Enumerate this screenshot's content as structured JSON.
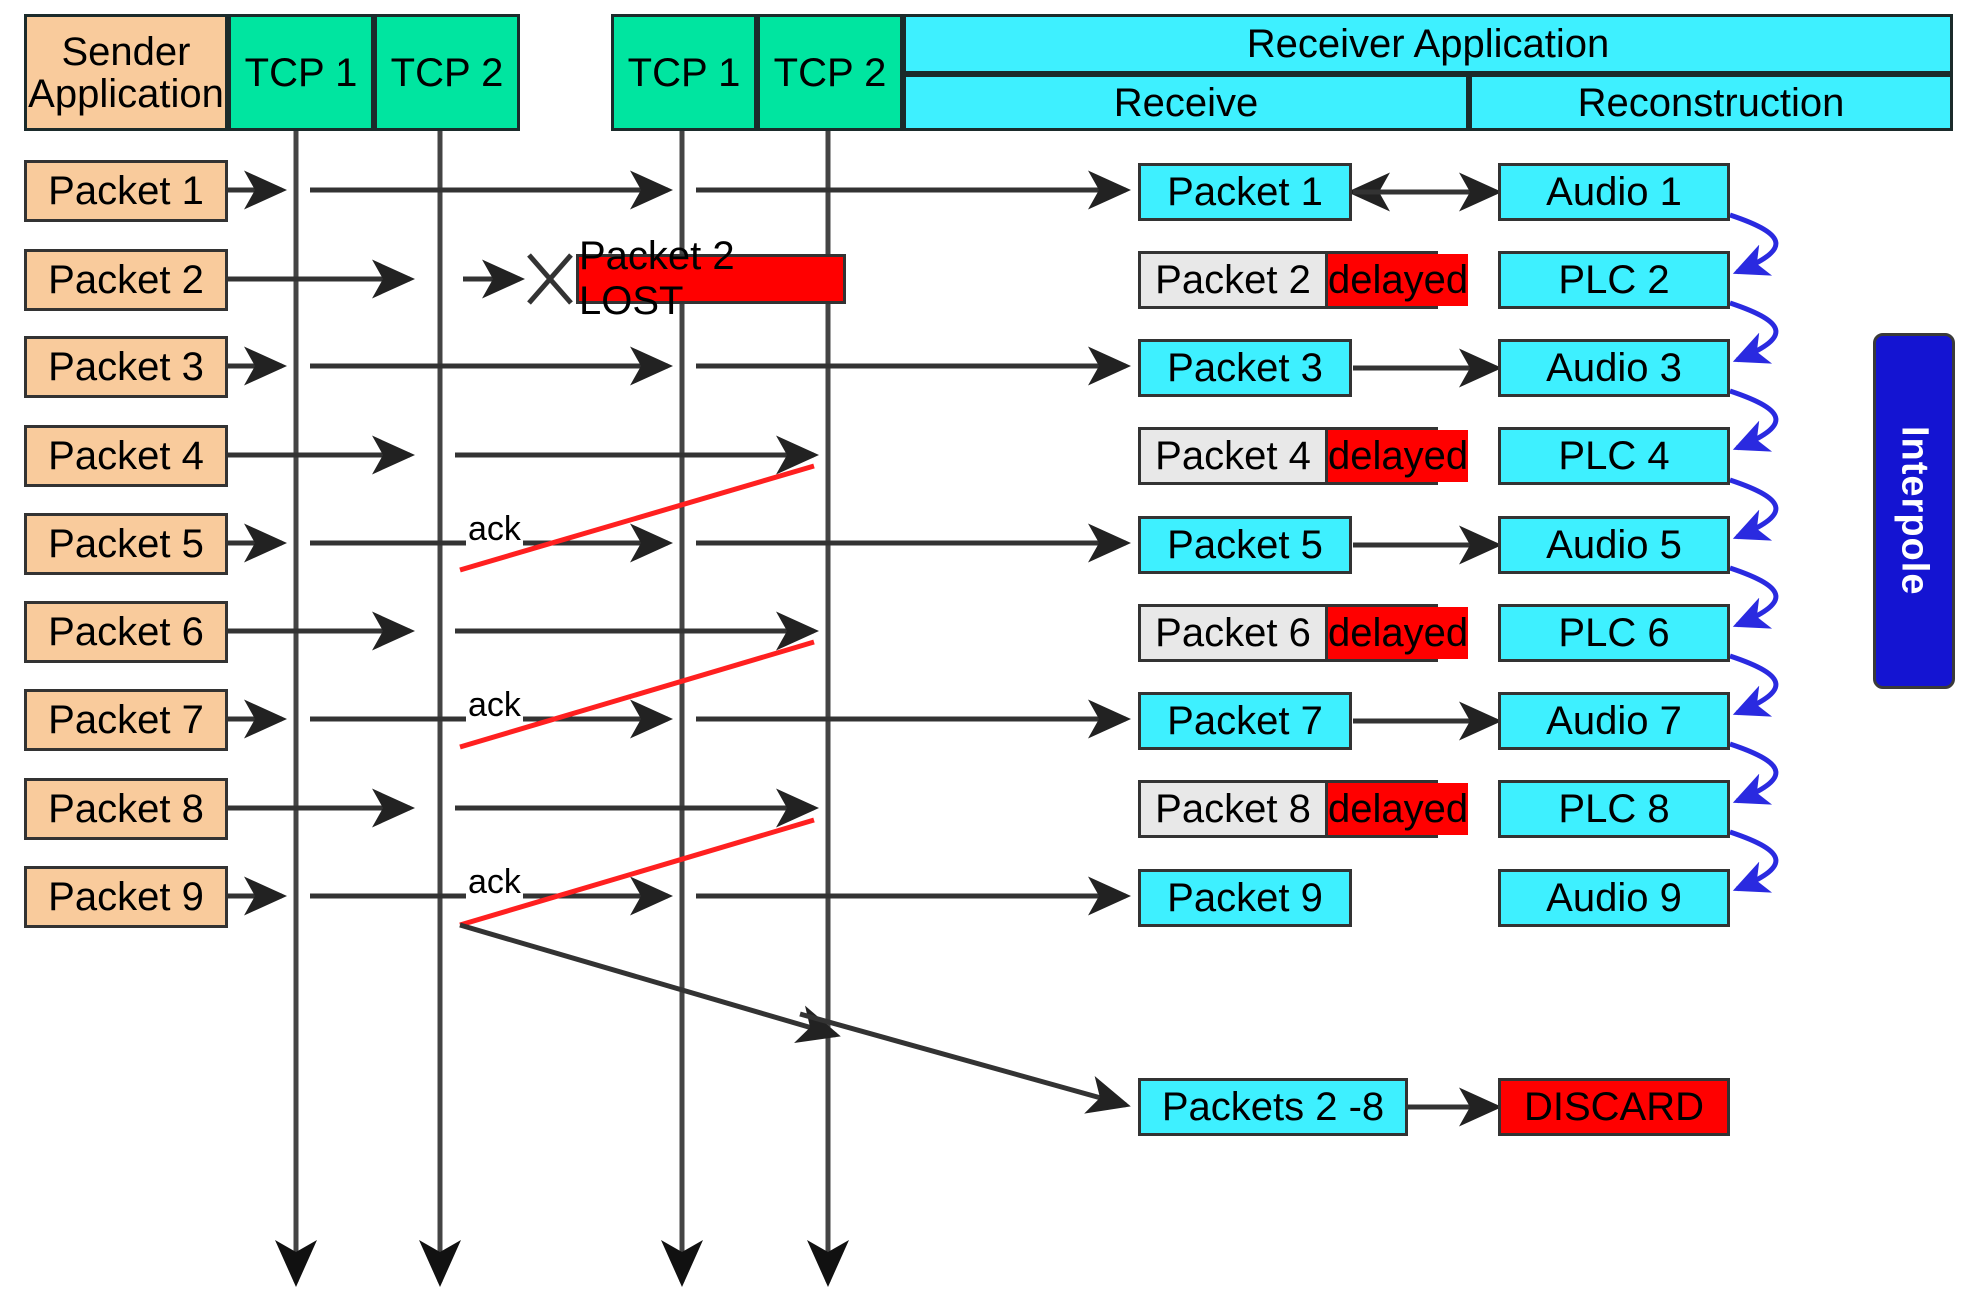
{
  "diagram": {
    "title": "TCP packet delivery, loss, delay and PLC reconstruction timeline",
    "colors": {
      "sender": "#f9cb9c",
      "tcp": "#00e5a0",
      "receiver": "#3ef0ff",
      "lost": "#ff0000",
      "delayed_left": "#e8e8e8",
      "interpole": "#1414d2",
      "ack_line": "#ff2020",
      "flow_arrow": "#333333",
      "interpole_arrow": "#2a2ae0"
    }
  },
  "headers": {
    "sender_application": "Sender\nApplication",
    "sender_application_line1": "Sender",
    "sender_application_line2": "Application",
    "sender_tcp1": "TCP 1",
    "sender_tcp2": "TCP 2",
    "receiver_tcp1": "TCP 1",
    "receiver_tcp2": "TCP 2",
    "receiver_application": "Receiver Application",
    "receive": "Receive",
    "reconstruction": "Reconstruction"
  },
  "sender_packets": [
    {
      "label": "Packet 1"
    },
    {
      "label": "Packet 2"
    },
    {
      "label": "Packet 3"
    },
    {
      "label": "Packet 4"
    },
    {
      "label": "Packet 5"
    },
    {
      "label": "Packet 6"
    },
    {
      "label": "Packet 7"
    },
    {
      "label": "Packet 8"
    },
    {
      "label": "Packet 9"
    }
  ],
  "receive_column": [
    {
      "type": "ok",
      "label": "Packet 1"
    },
    {
      "type": "delayed",
      "label": "Packet 2",
      "status": "delayed"
    },
    {
      "type": "ok",
      "label": "Packet 3"
    },
    {
      "type": "delayed",
      "label": "Packet 4",
      "status": "delayed"
    },
    {
      "type": "ok",
      "label": "Packet 5"
    },
    {
      "type": "delayed",
      "label": "Packet 6",
      "status": "delayed"
    },
    {
      "type": "ok",
      "label": "Packet 7"
    },
    {
      "type": "delayed",
      "label": "Packet 8",
      "status": "delayed"
    },
    {
      "type": "ok",
      "label": "Packet 9"
    },
    {
      "type": "ok",
      "label": "Packets 2 -8"
    }
  ],
  "reconstruction_column": [
    {
      "type": "audio",
      "label": "Audio 1"
    },
    {
      "type": "plc",
      "label": "PLC 2"
    },
    {
      "type": "audio",
      "label": "Audio 3"
    },
    {
      "type": "plc",
      "label": "PLC 4"
    },
    {
      "type": "audio",
      "label": "Audio 5"
    },
    {
      "type": "plc",
      "label": "PLC 6"
    },
    {
      "type": "audio",
      "label": "Audio 7"
    },
    {
      "type": "plc",
      "label": "PLC 8"
    },
    {
      "type": "audio",
      "label": "Audio 9"
    },
    {
      "type": "discard",
      "label": "DISCARD"
    }
  ],
  "annotations": {
    "lost_banner": "Packet 2 LOST",
    "ack_label": "ack",
    "interpole_label": "Interpole"
  }
}
